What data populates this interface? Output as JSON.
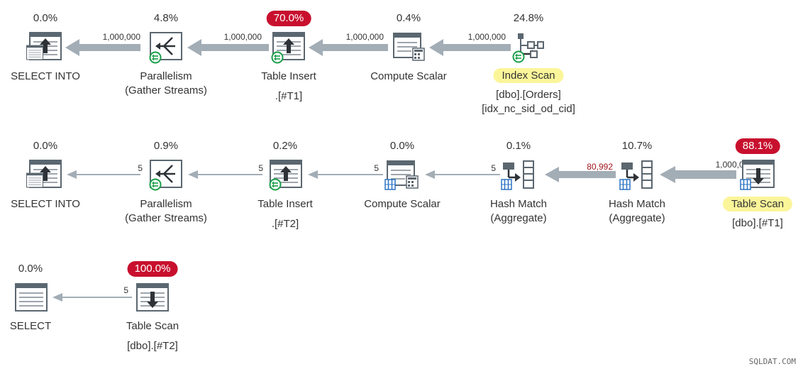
{
  "row1": {
    "select_into": {
      "pct": "0.0%",
      "label": "SELECT INTO"
    },
    "parallelism": {
      "pct": "4.8%",
      "label1": "Parallelism",
      "label2": "(Gather Streams)"
    },
    "table_insert": {
      "pct": "70.0%",
      "label1": "Table Insert",
      "label2": ".[#T1]"
    },
    "compute_scalar": {
      "pct": "0.4%",
      "label": "Compute Scalar"
    },
    "index_scan": {
      "pct": "24.8%",
      "label1": "Index Scan",
      "label2": "[dbo].[Orders]",
      "label3": "[idx_nc_sid_od_cid]"
    },
    "rows": {
      "a": "1,000,000",
      "b": "1,000,000",
      "c": "1,000,000",
      "d": "1,000,000"
    }
  },
  "row2": {
    "select_into": {
      "pct": "0.0%",
      "label": "SELECT INTO"
    },
    "parallelism": {
      "pct": "0.9%",
      "label1": "Parallelism",
      "label2": "(Gather Streams)"
    },
    "table_insert": {
      "pct": "0.2%",
      "label1": "Table Insert",
      "label2": ".[#T2]"
    },
    "compute_scalar": {
      "pct": "0.0%",
      "label": "Compute Scalar"
    },
    "hash1": {
      "pct": "0.1%",
      "label1": "Hash Match",
      "label2": "(Aggregate)"
    },
    "hash2": {
      "pct": "10.7%",
      "label1": "Hash Match",
      "label2": "(Aggregate)"
    },
    "table_scan": {
      "pct": "88.1%",
      "label1": "Table Scan",
      "label2": "[dbo].[#T1]"
    },
    "rows": {
      "a": "5",
      "b": "5",
      "c": "5",
      "d": "5",
      "e": "80,992",
      "f": "1,000,000"
    }
  },
  "row3": {
    "select": {
      "pct": "0.0%",
      "label": "SELECT"
    },
    "table_scan": {
      "pct": "100.0%",
      "label1": "Table Scan",
      "label2": "[dbo].[#T2]"
    },
    "rows": {
      "a": "5"
    }
  },
  "watermark": "SQLDAT.COM",
  "colors": {
    "hot": "#c8102e",
    "highlight": "#fbf59a",
    "arrow": "#a3adb6",
    "icon": "#5b6770",
    "parallel": "#1a9e4a"
  }
}
